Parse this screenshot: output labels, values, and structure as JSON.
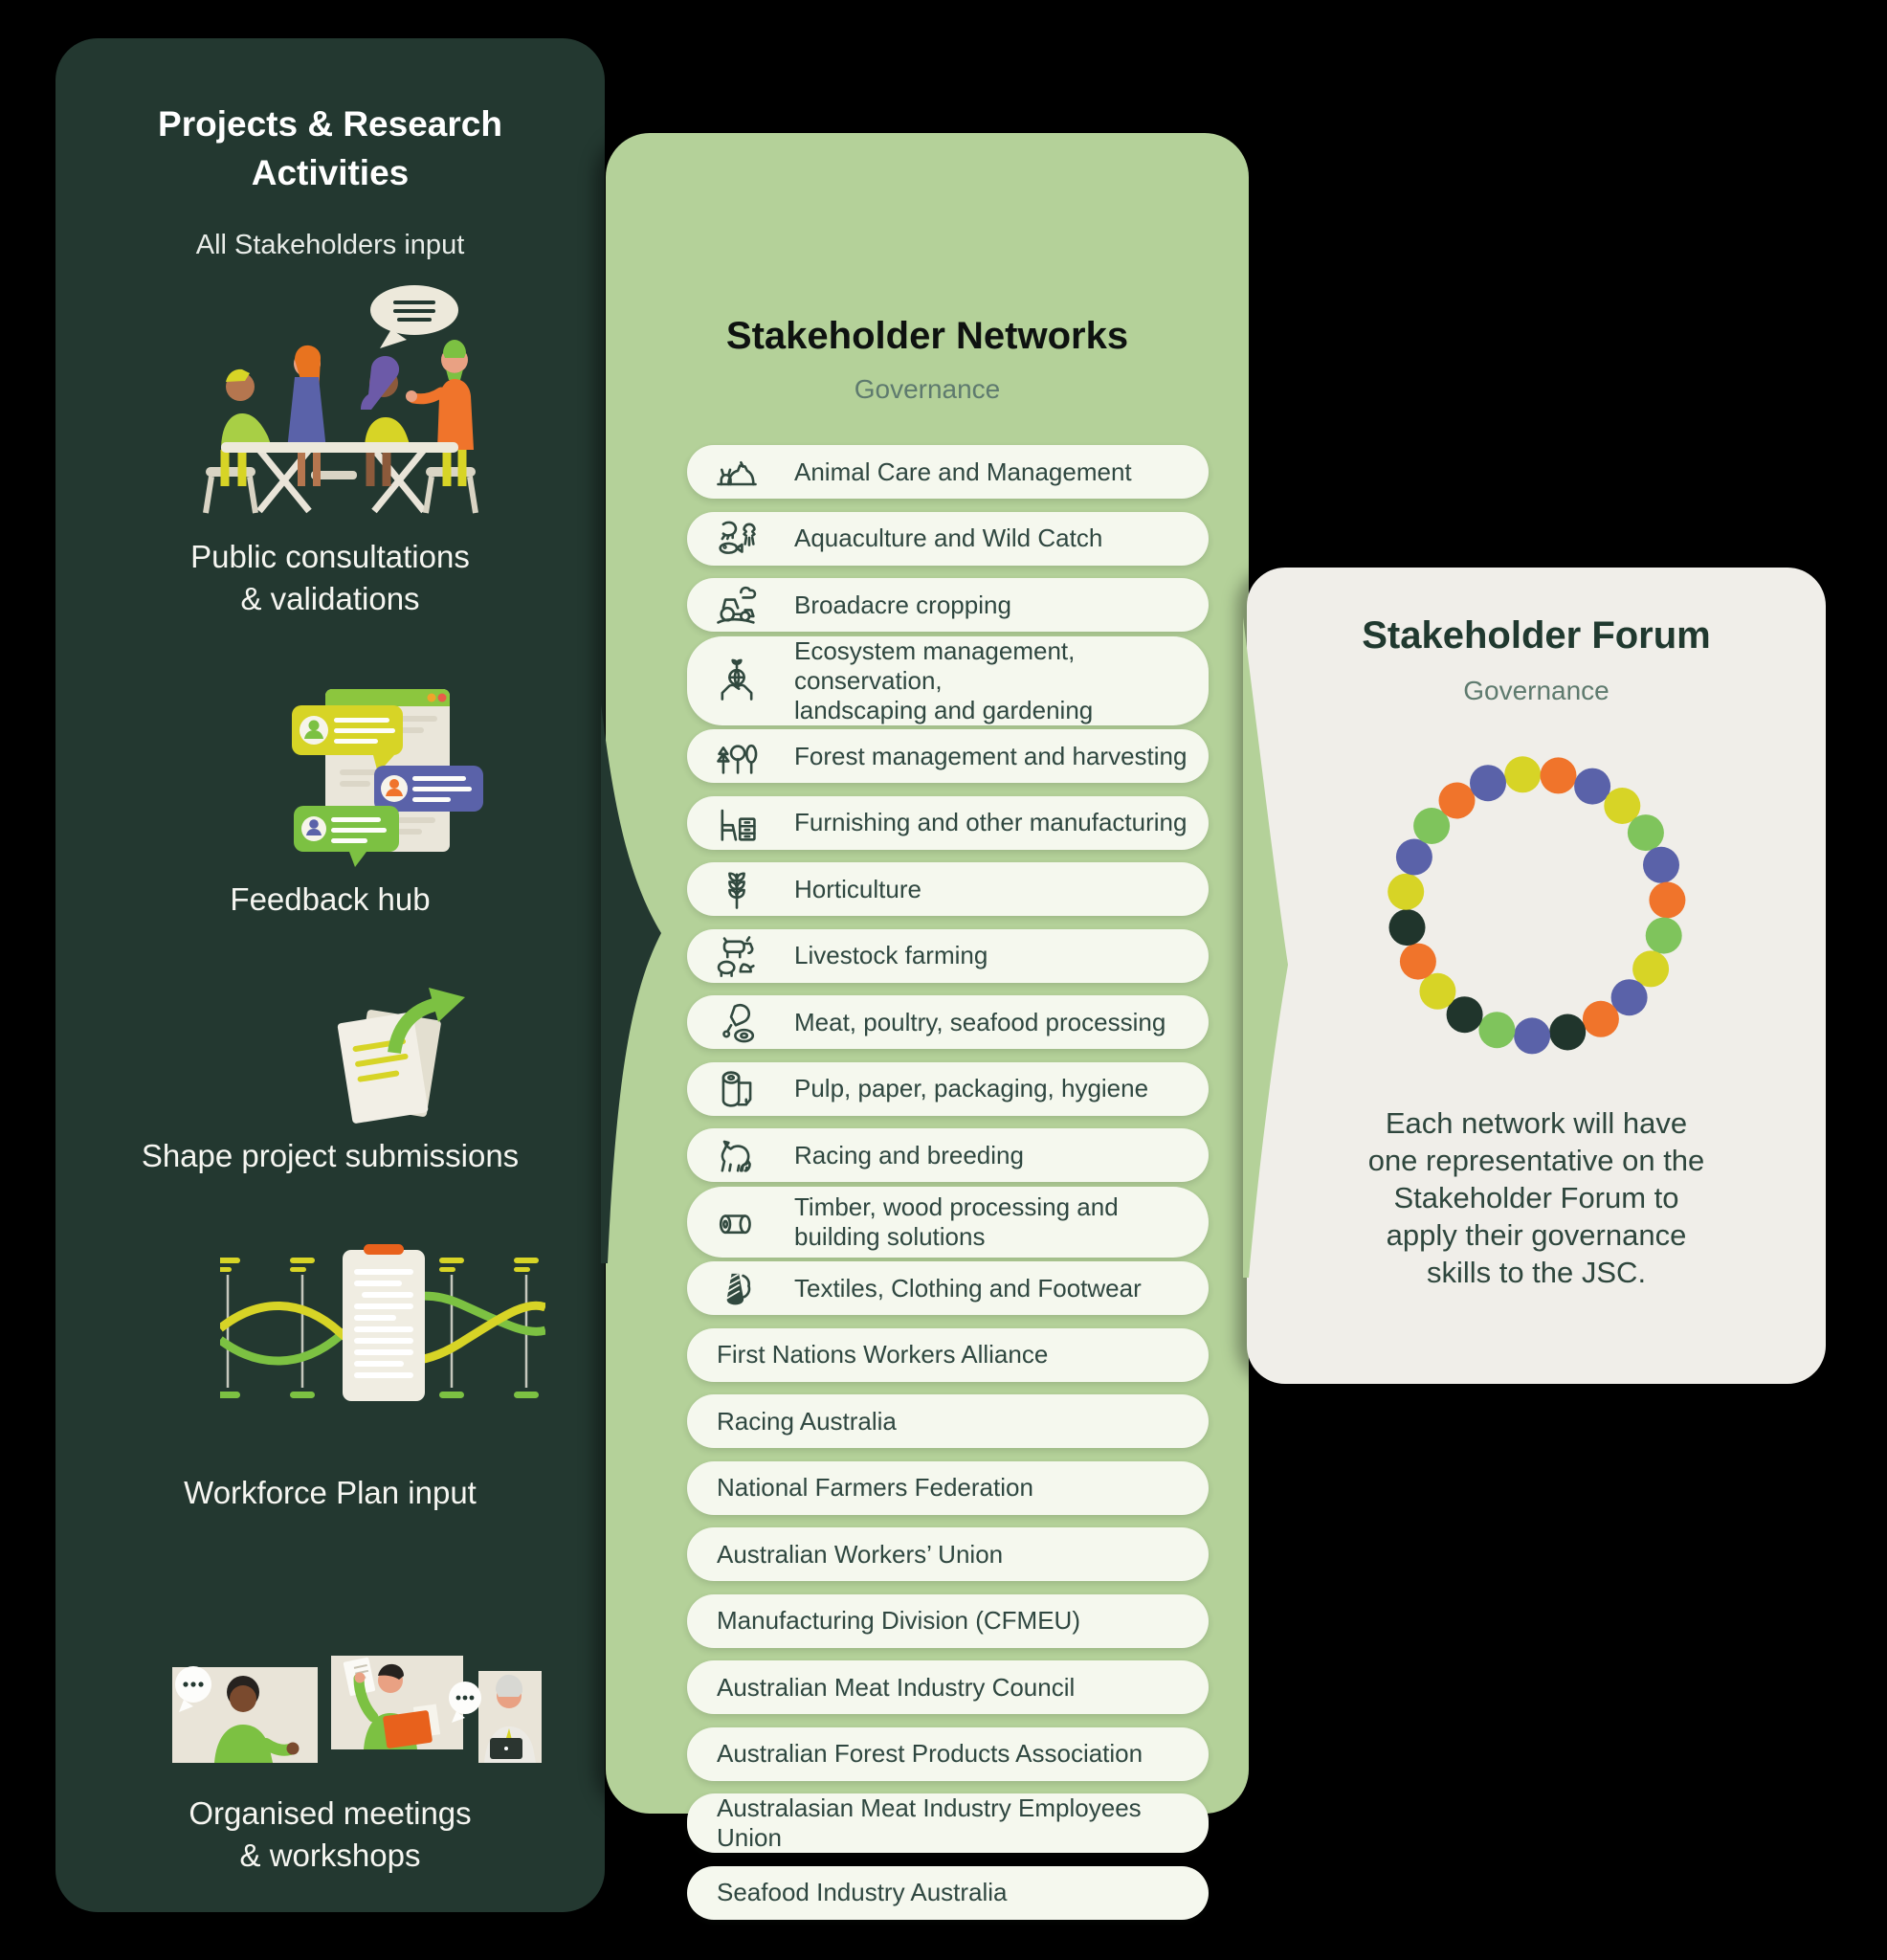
{
  "palette": {
    "page_background": "#000000",
    "dark_panel": "#233830",
    "green_panel": "#B4D199",
    "forum_panel": "#F0EEE9",
    "pill_background": "#F5F8EE",
    "pill_text": "#2F4740",
    "accent_yellow": "#D7D426",
    "accent_orange": "#F0742B",
    "accent_green": "#7CC142",
    "accent_blue": "#5A62A9"
  },
  "left_panel": {
    "title_line1": "Projects & Research",
    "title_line2": "Activities",
    "subtitle": "All Stakeholders input",
    "activities": [
      {
        "caption_line1": "Public consultations",
        "caption_line2": "& validations",
        "illustration": "people-meeting-illustration"
      },
      {
        "caption_line1": "Feedback hub",
        "illustration": "feedback-hub-illustration"
      },
      {
        "caption_line1": "Shape project submissions",
        "illustration": "project-submission-illustration"
      },
      {
        "caption_line1": "Workforce Plan input",
        "illustration": "workforce-plan-illustration"
      },
      {
        "caption_line1": "Organised meetings",
        "caption_line2": "& workshops",
        "illustration": "meetings-workshops-illustration"
      }
    ]
  },
  "networks": {
    "title": "Stakeholder Networks",
    "subtitle": "Governance",
    "items": [
      {
        "label": "Animal Care and Management",
        "icon": "dog-icon"
      },
      {
        "label": "Aquaculture and Wild Catch",
        "icon": "seafood-icon"
      },
      {
        "label": "Broadacre cropping",
        "icon": "tractor-icon"
      },
      {
        "label": "Ecosystem management, conservation,",
        "label2": "landscaping and gardening",
        "icon": "hands-globe-icon"
      },
      {
        "label": "Forest management and harvesting",
        "icon": "trees-icon"
      },
      {
        "label": "Furnishing and other manufacturing",
        "icon": "furniture-icon"
      },
      {
        "label": "Horticulture",
        "icon": "wheat-icon"
      },
      {
        "label": "Livestock farming",
        "icon": "livestock-icon"
      },
      {
        "label": "Meat, poultry, seafood processing",
        "icon": "meat-icon"
      },
      {
        "label": "Pulp, paper, packaging, hygiene",
        "icon": "paper-roll-icon"
      },
      {
        "label": "Racing and breeding",
        "icon": "horse-icon"
      },
      {
        "label": "Timber, wood processing and",
        "label2": "building solutions",
        "icon": "timber-icon"
      },
      {
        "label": "Textiles, Clothing and Footwear",
        "icon": "yarn-icon"
      },
      {
        "label": "First Nations Workers Alliance"
      },
      {
        "label": "Racing Australia"
      },
      {
        "label": "National Farmers Federation"
      },
      {
        "label": "Australian Workers’ Union"
      },
      {
        "label": "Manufacturing Division (CFMEU)"
      },
      {
        "label": "Australian Meat Industry Council"
      },
      {
        "label": "Australian Forest Products Association"
      },
      {
        "label": "Australasian Meat Industry Employees Union"
      },
      {
        "label": "Seafood Industry Australia"
      }
    ]
  },
  "forum": {
    "title": "Stakeholder Forum",
    "subtitle": "Governance",
    "body_lines": [
      "Each network will have",
      "one representative on the",
      "Stakeholder Forum to",
      "apply their governance",
      "skills to the JSC."
    ],
    "ring": {
      "dot_count": 23,
      "sequence": [
        "yellow",
        "orange",
        "blue",
        "yellow",
        "green",
        "blue",
        "orange",
        "green",
        "yellow",
        "blue",
        "orange",
        "dark",
        "blue",
        "green",
        "dark",
        "yellow",
        "orange",
        "dark",
        "yellow",
        "blue",
        "green",
        "orange",
        "blue"
      ],
      "palette": {
        "blue": "#5A62A9",
        "yellow": "#D7D426",
        "orange": "#F0742B",
        "green": "#7FC45C",
        "dark": "#20352C"
      }
    }
  }
}
